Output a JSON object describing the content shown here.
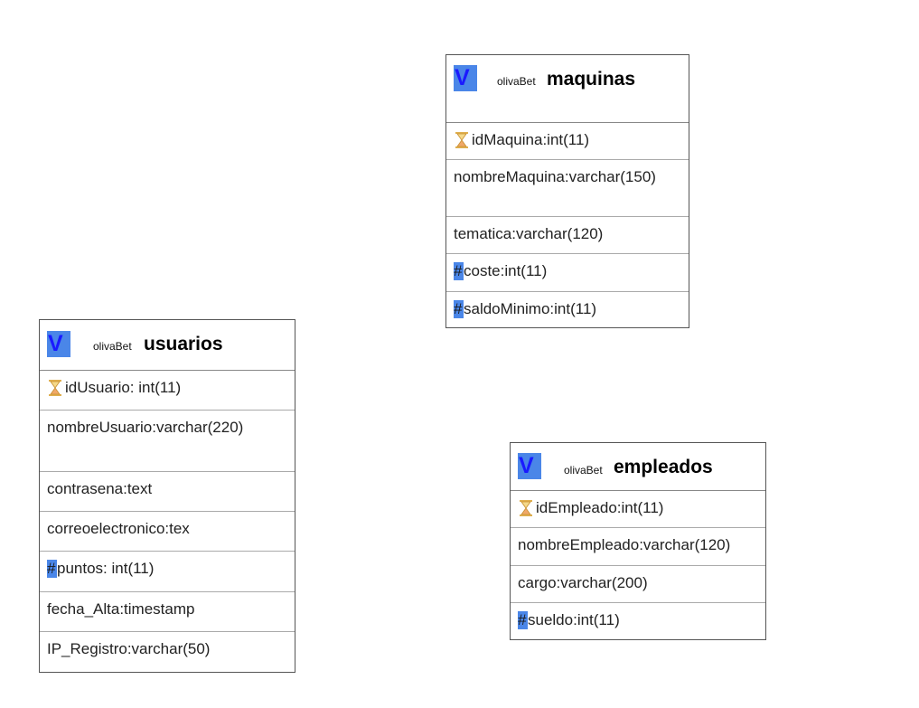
{
  "tables": {
    "maquinas": {
      "badge": "V",
      "schema": "olivaBet",
      "name": "maquinas",
      "fields": [
        {
          "icon": "hourglass-icon",
          "label": "idMaquina:int(11)"
        },
        {
          "icon": "",
          "label": "nombreMaquina:varchar(150)"
        },
        {
          "icon": "",
          "label": "tematica:varchar(120)"
        },
        {
          "icon": "hash-icon",
          "label": "coste:int(11)"
        },
        {
          "icon": "hash-icon",
          "label": "saldoMinimo:int(11)"
        }
      ]
    },
    "usuarios": {
      "badge": "V",
      "schema": "olivaBet",
      "name": "usuarios",
      "fields": [
        {
          "icon": "hourglass-icon",
          "label": "idUsuario: int(11)"
        },
        {
          "icon": "",
          "label": "nombreUsuario:varchar(220)"
        },
        {
          "icon": "",
          "label": "contrasena:text"
        },
        {
          "icon": "",
          "label": "correoelectronico:tex"
        },
        {
          "icon": "hash-icon",
          "label": "puntos: int(11)"
        },
        {
          "icon": "",
          "label": "fecha_Alta:timestamp"
        },
        {
          "icon": "",
          "label": "IP_Registro:varchar(50)"
        }
      ]
    },
    "empleados": {
      "badge": "V",
      "schema": "olivaBet",
      "name": "empleados",
      "fields": [
        {
          "icon": "hourglass-icon",
          "label": "idEmpleado:int(11)"
        },
        {
          "icon": "",
          "label": "nombreEmpleado:varchar(120)"
        },
        {
          "icon": "",
          "label": "cargo:varchar(200)"
        },
        {
          "icon": "hash-icon",
          "label": "sueldo:int(11)"
        }
      ]
    }
  },
  "colors": {
    "badge_bg": "#4a86e8",
    "badge_text": "#1a1aff",
    "border": "#555555"
  },
  "icons": {
    "hash": "#"
  }
}
